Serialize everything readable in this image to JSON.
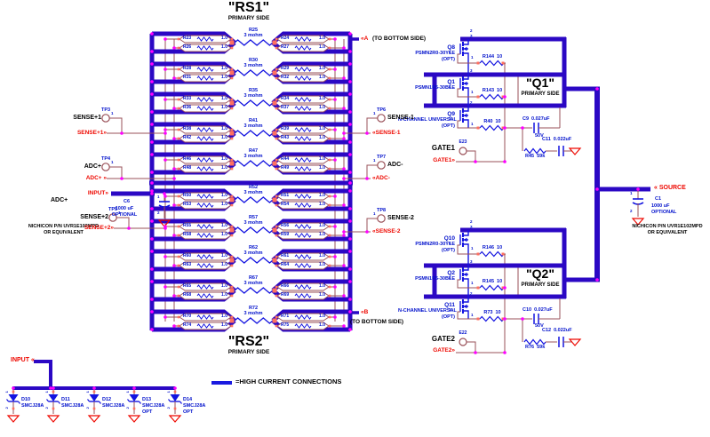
{
  "blocks": {
    "rs1": {
      "title": "\"RS1\"",
      "subtitle": "PRIMARY SIDE"
    },
    "rs2": {
      "title": "\"RS2\"",
      "subtitle": "PRIMARY SIDE"
    },
    "q1": {
      "title": "\"Q1\"",
      "subtitle": "PRIMARY SIDE"
    },
    "q2": {
      "title": "\"Q2\"",
      "subtitle": "PRIMARY SIDE"
    }
  },
  "rs_rows": [
    {
      "center_ref": "R25",
      "center_val": "3 mohm",
      "res": [
        [
          "R23",
          "1.0"
        ],
        [
          "R26",
          "1.0"
        ],
        [
          "R24",
          "1.0"
        ],
        [
          "R27",
          "1.0"
        ]
      ]
    },
    {
      "center_ref": "R30",
      "center_val": "3 mohm",
      "res": [
        [
          "R28",
          "1.0"
        ],
        [
          "R31",
          "1.0"
        ],
        [
          "R29",
          "1.0"
        ],
        [
          "R32",
          "1.0"
        ]
      ]
    },
    {
      "center_ref": "R35",
      "center_val": "3 mohm",
      "res": [
        [
          "R33",
          "1.0"
        ],
        [
          "R36",
          "1.0"
        ],
        [
          "R34",
          "1.0"
        ],
        [
          "R37",
          "1.0"
        ]
      ]
    },
    {
      "center_ref": "R41",
      "center_val": "3 mohm",
      "res": [
        [
          "R38",
          "1.0"
        ],
        [
          "R42",
          "1.0"
        ],
        [
          "R39",
          "1.0"
        ],
        [
          "R43",
          "1.0"
        ]
      ]
    },
    {
      "center_ref": "R47",
      "center_val": "3 mohm",
      "res": [
        [
          "R46",
          "1.0"
        ],
        [
          "R48",
          "1.0"
        ],
        [
          "R44",
          "1.0"
        ],
        [
          "R49",
          "1.0"
        ]
      ]
    },
    {
      "center_ref": "R52",
      "center_val": "3 mohm",
      "res": [
        [
          "R50",
          "1.0"
        ],
        [
          "R53",
          "1.0"
        ],
        [
          "R51",
          "1.0"
        ],
        [
          "R54",
          "1.0"
        ]
      ]
    },
    {
      "center_ref": "R57",
      "center_val": "3 mohm",
      "res": [
        [
          "R55",
          "1.0"
        ],
        [
          "R58",
          "1.0"
        ],
        [
          "R56",
          "1.0"
        ],
        [
          "R59",
          "1.0"
        ]
      ]
    },
    {
      "center_ref": "R62",
      "center_val": "3 mohm",
      "res": [
        [
          "R60",
          "1.0"
        ],
        [
          "R63",
          "1.0"
        ],
        [
          "R61",
          "1.0"
        ],
        [
          "R64",
          "1.0"
        ]
      ]
    },
    {
      "center_ref": "R67",
      "center_val": "3 mohm",
      "res": [
        [
          "R65",
          "1.0"
        ],
        [
          "R68",
          "1.0"
        ],
        [
          "R66",
          "1.0"
        ],
        [
          "R69",
          "1.0"
        ]
      ]
    },
    {
      "center_ref": "R72",
      "center_val": "3 mohm",
      "res": [
        [
          "R70",
          "1.0"
        ],
        [
          "R74",
          "1.0"
        ],
        [
          "R71",
          "1.0"
        ],
        [
          "R75",
          "1.0"
        ]
      ]
    }
  ],
  "fets": [
    {
      "ref": "Q8",
      "part": "PSMN2R0-30YLE",
      "opt": "(OPT)",
      "rres_ref": "R144",
      "rres_val": "10",
      "pg": "4",
      "pd": "3",
      "pd2": "2",
      "ps": "1"
    },
    {
      "ref": "Q1",
      "part": "PSMN1R5-30BLE",
      "opt": "",
      "rres_ref": "R143",
      "rres_val": "10",
      "pg": "4",
      "pd": "3",
      "pd2": "",
      "ps": "1"
    },
    {
      "ref": "Q9",
      "part": "N-CHANNEL UNIVERSAL",
      "opt": "(OPT)",
      "rres_ref": "R40",
      "rres_val": "10",
      "pg": "3",
      "pd": "2",
      "pd2": "",
      "ps": "1"
    },
    {
      "ref": "Q10",
      "part": "PSMN2R0-30YLE",
      "opt": "(OPT)",
      "rres_ref": "R146",
      "rres_val": "10",
      "pg": "4",
      "pd": "3",
      "pd2": "2",
      "ps": "1"
    },
    {
      "ref": "Q2",
      "part": "PSMN1R5-30BLE",
      "opt": "",
      "rres_ref": "R145",
      "rres_val": "10",
      "pg": "4",
      "pd": "3",
      "pd2": "",
      "ps": "1"
    },
    {
      "ref": "Q11",
      "part": "N-CHANNEL UNIVERSAL",
      "opt": "(OPT)",
      "rres_ref": "R73",
      "rres_val": "10",
      "pg": "3",
      "pd": "2",
      "pd2": "",
      "ps": "1"
    }
  ],
  "gates": [
    {
      "label": "GATE1",
      "eref": "E23",
      "net": "GATE1»",
      "snub_ref": "C9",
      "snub_val": "0.027uF",
      "volt": "50V",
      "rc_ref": "R45",
      "rc_val": "59k",
      "fc_ref": "C11",
      "fc_val": "0.022uF"
    },
    {
      "label": "GATE2",
      "eref": "E22",
      "net": "GATE2»",
      "snub_ref": "C10",
      "snub_val": "0.027uF",
      "volt": "50V",
      "rc_ref": "R76",
      "rc_val": "59k",
      "fc_ref": "C12",
      "fc_val": "0.022uF"
    }
  ],
  "testpoints": [
    {
      "tp": "TP3",
      "name": "SENSE+1",
      "pin": "1",
      "net": "SENSE+1»"
    },
    {
      "tp": "TP4",
      "name": "ADC+",
      "pin": "1",
      "net": "ADC+ »"
    },
    {
      "tp": "TP5",
      "name": "SENSE+2",
      "pin": "1",
      "net": "SENSE+2»"
    },
    {
      "tp": "TP6",
      "name": "SENSE-1",
      "pin": "1",
      "net": "«SENSE-1"
    },
    {
      "tp": "TP7",
      "name": "ADC-",
      "pin": "1",
      "net": "«ADC-"
    },
    {
      "tp": "TP8",
      "name": "SENSE-2",
      "pin": "1",
      "net": "«SENSE-2"
    }
  ],
  "ports": {
    "input_main": "INPUT»",
    "adc_node": "ADC+",
    "input_bottom": "INPUT «",
    "source": "« SOURCE",
    "to_bottom_a": {
      "net": "«A",
      "note": "(TO BOTTOM SIDE)"
    },
    "to_bottom_b": {
      "net": "«B",
      "note": "(TO BOTTOM SIDE)"
    }
  },
  "caps": {
    "c6": {
      "ref": "C6",
      "val": "1000 uF",
      "opt": "OPTIONAL",
      "p1": "1",
      "p2": "2"
    },
    "c1": {
      "ref": "C1",
      "val": "1000 uF",
      "opt": "OPTIONAL",
      "p1": "1",
      "p2": "2"
    }
  },
  "notes": {
    "left": [
      "NICHICON P/N UVR1E102MPD",
      "OR EQUIVALENT"
    ],
    "right": [
      "NICHICON P/N UVR1E102MPD",
      "OR EQUIVALENT"
    ]
  },
  "diodes": [
    {
      "ref": "D10",
      "part": "SMCJ28A",
      "opt": "",
      "p1": "1",
      "p2": "2"
    },
    {
      "ref": "D11",
      "part": "SMCJ28A",
      "opt": "",
      "p1": "1",
      "p2": "2"
    },
    {
      "ref": "D12",
      "part": "SMCJ28A",
      "opt": "",
      "p1": "1",
      "p2": "2"
    },
    {
      "ref": "D13",
      "part": "SMCJ28A",
      "opt": "OPT",
      "p1": "1",
      "p2": "2"
    },
    {
      "ref": "D14",
      "part": "SMCJ28A",
      "opt": "OPT",
      "p1": "1",
      "p2": "2"
    }
  ],
  "legend": "=HIGH CURRENT CONNECTIONS",
  "colors": {
    "bus": "#2b08c4",
    "wire": "#9a5058",
    "symbol": "#1414e0",
    "net_label": "#ee0800",
    "component_text": "#0010cc",
    "junction": "#ff00ff",
    "pad": "#ff7060"
  }
}
